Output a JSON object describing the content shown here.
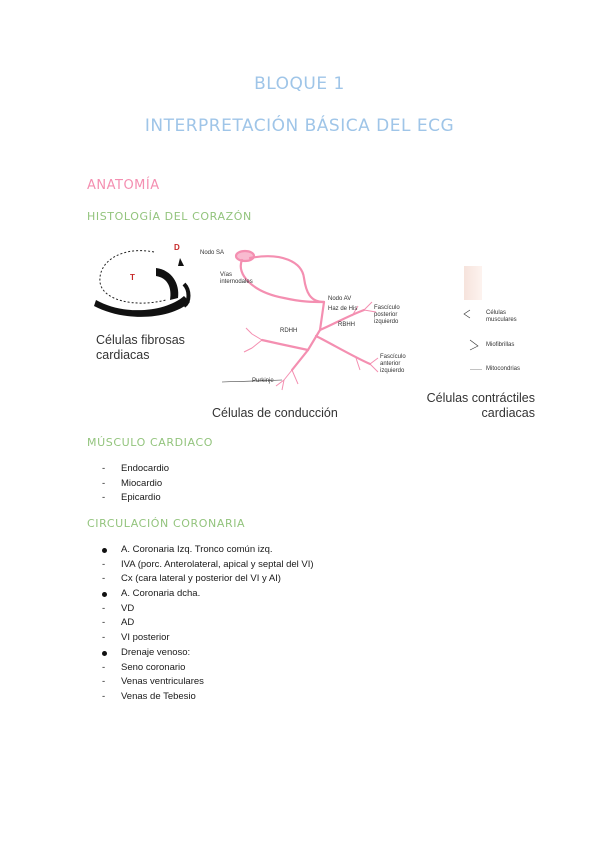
{
  "header": {
    "block_title": "BLOQUE 1",
    "subtitle": "INTERPRETACIÓN BÁSICA DEL ECG"
  },
  "sections": {
    "anatomy": "ANATOMÍA",
    "histology": "HISTOLOGÍA DEL CORAZÓN",
    "muscle": "MÚSCULO CARDIACO",
    "coronary": "CIRCULACIÓN CORONARIA"
  },
  "figure": {
    "left_labels": {
      "t": "T",
      "d": "D"
    },
    "left_caption": [
      "Células fibrosas",
      "cardiacas"
    ],
    "center_caption": "Células de conducción",
    "right_caption": [
      "Células contráctiles",
      "cardiacas"
    ],
    "labels": {
      "sa_node": "Nodo SA",
      "vias": [
        "Vías",
        "internodales"
      ],
      "av_node": "Nodo AV",
      "his": "Haz de His",
      "fpi": [
        "Fascículo",
        "posterior izquierdo"
      ],
      "rbhh": "RBHH",
      "rdhh": "RDHH",
      "fai": [
        "Fascículo",
        "anterior",
        "izquierdo"
      ],
      "purkinje": "Purkinje"
    },
    "right_labels": {
      "muscle_cells": [
        "Células",
        "musculares"
      ],
      "myofibrils": "Miofibrillas",
      "mitochondria": "Mitocondrias"
    },
    "colors": {
      "conduction": "#f48fb1"
    }
  },
  "muscle_list": [
    {
      "marker": "dash",
      "text": "Endocardio"
    },
    {
      "marker": "dash",
      "text": "Miocardio"
    },
    {
      "marker": "dash",
      "text": "Epicardio"
    }
  ],
  "coronary_list": [
    {
      "marker": "bullet",
      "text": "A. Coronaria Izq. Tronco común izq."
    },
    {
      "marker": "dash",
      "text": "IVA (porc. Anterolateral, apical y septal del VI)"
    },
    {
      "marker": "dash",
      "text": "Cx (cara lateral y posterior del VI y AI)"
    },
    {
      "marker": "bullet",
      "text": "A. Coronaria dcha."
    },
    {
      "marker": "dash",
      "text": "VD"
    },
    {
      "marker": "dash",
      "text": "AD"
    },
    {
      "marker": "dash",
      "text": "VI posterior"
    },
    {
      "marker": "bullet",
      "text": "Drenaje venoso:"
    },
    {
      "marker": "dash",
      "text": "Seno coronario"
    },
    {
      "marker": "dash",
      "text": "Venas ventriculares"
    },
    {
      "marker": "dash",
      "text": "Venas de Tebesio"
    }
  ],
  "colors": {
    "title": "#9fc5e8",
    "anatomy": "#f48fb1",
    "subsection": "#93c47d"
  }
}
